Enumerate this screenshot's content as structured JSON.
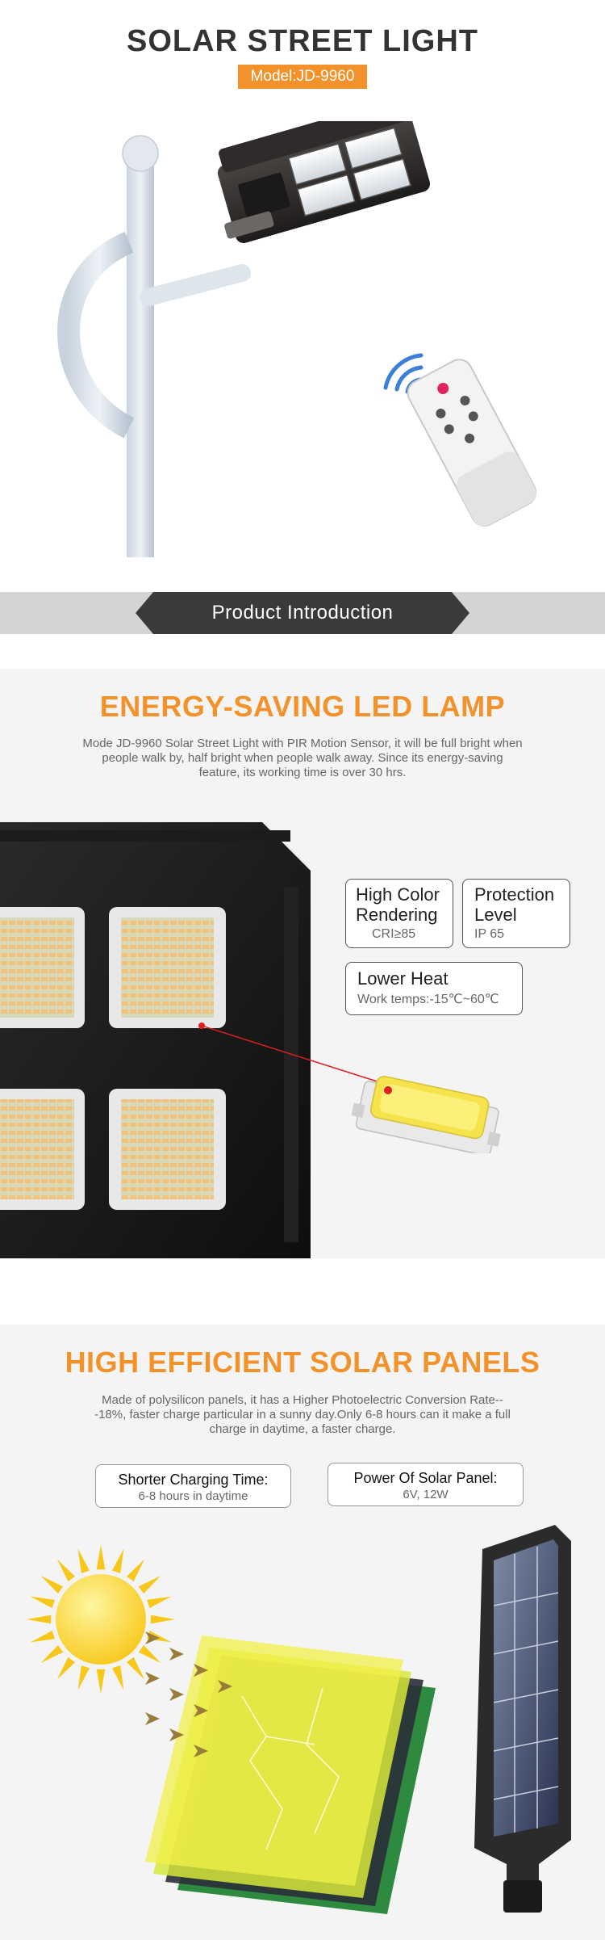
{
  "hero": {
    "title": "SOLAR STREET LIGHT",
    "model": "Model:JD-9960"
  },
  "banner": {
    "label": "Product Introduction"
  },
  "led_section": {
    "title": "ENERGY-SAVING LED LAMP",
    "description": "Mode JD-9960 Solar Street Light with PIR Motion Sensor, it will be full bright when people walk by, half bright when people walk away. Since its energy-saving feature, its working time is over 30 hrs.",
    "specs": [
      {
        "title_1": "High Color",
        "title_2": "Rendering",
        "value": "CRI≥85"
      },
      {
        "title_1": "Protection",
        "title_2": "Level",
        "value": "IP 65"
      },
      {
        "title_1": "Lower Heat",
        "value": "Work temps:-15℃~60℃"
      }
    ]
  },
  "solar_section": {
    "title": "HIGH EFFICIENT SOLAR PANELS",
    "description": "Made of polysilicon panels, it has a Higher Photoelectric Conversion Rate---18%, faster charge particular in a sunny day.Only 6-8 hours can it make a full charge in daytime, a faster charge.",
    "features": [
      {
        "title": "Shorter Charging Time:",
        "value": "6-8 hours in daytime"
      },
      {
        "title": "Power Of Solar Panel:",
        "value": "6V, 12W"
      }
    ]
  },
  "colors": {
    "accent": "#f3922b",
    "banner_bg": "#d4d4d4",
    "banner_tab": "#3a3a3a",
    "section_bg": "#f4f4f4",
    "sun": "#f7c81a"
  }
}
